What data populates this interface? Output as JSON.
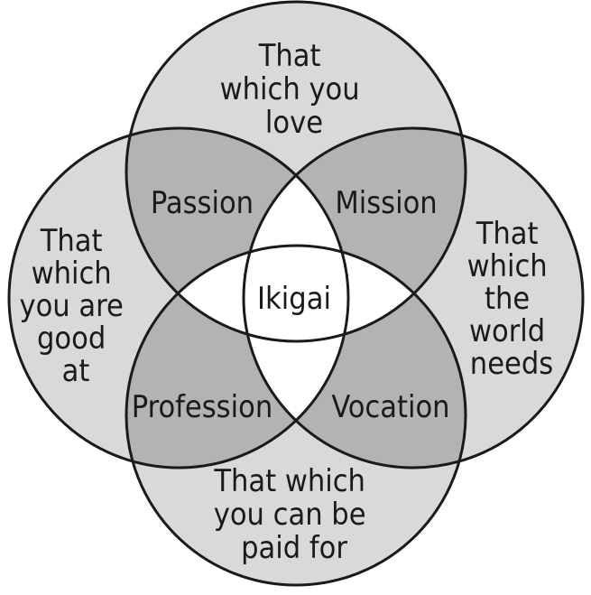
{
  "diagram": {
    "colors": {
      "outer_fill": "#d9d9d9",
      "pair_overlap_fill": "#b3b3b3",
      "center_fill": "#ffffff",
      "stroke": "#1a1a1a"
    },
    "circles": {
      "top": [
        "That",
        "which you",
        "love"
      ],
      "left": [
        "That",
        "which",
        "you are",
        "good",
        "at"
      ],
      "right": [
        "That",
        "which",
        "the",
        "world",
        "needs"
      ],
      "bottom": [
        "That which",
        "you can be",
        "paid for"
      ]
    },
    "overlaps": {
      "passion": "Passion",
      "mission": "Mission",
      "profession": "Profession",
      "vocation": "Vocation",
      "center": "Ikigai"
    }
  }
}
